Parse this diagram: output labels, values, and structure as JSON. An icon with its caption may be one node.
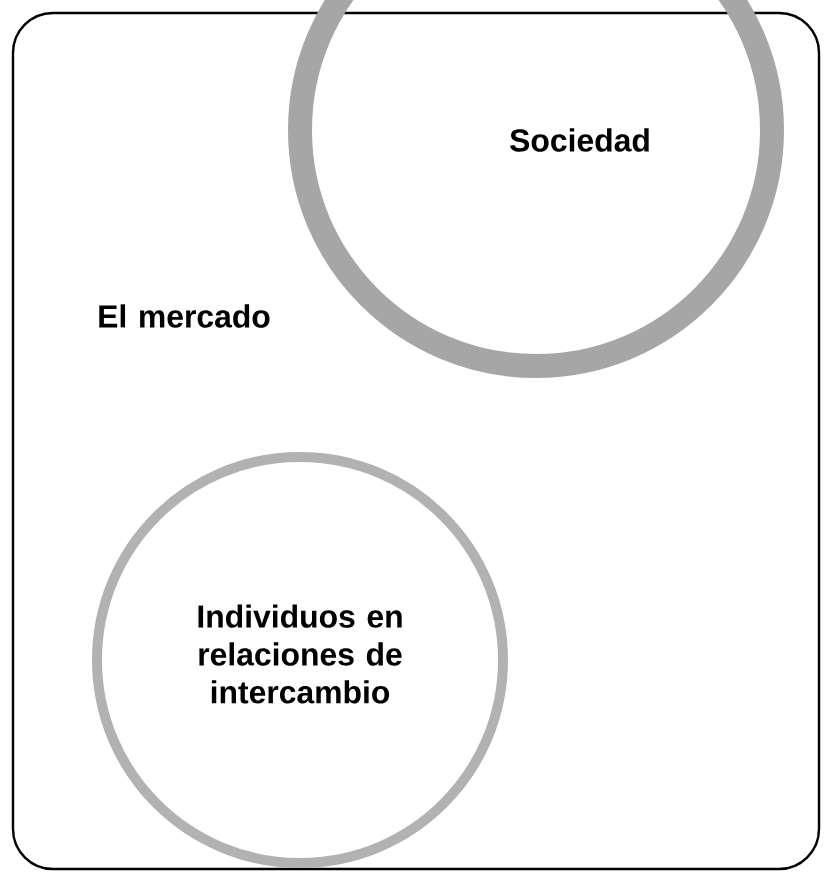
{
  "diagram": {
    "nodes": [
      {
        "text": [
          "El mercado"
        ]
      },
      {
        "text": [
          "Sociedad"
        ]
      },
      {
        "text": [
          "Individuos en relaciones de intercambio"
        ],
        "in": 0
      }
    ]
  }
}
